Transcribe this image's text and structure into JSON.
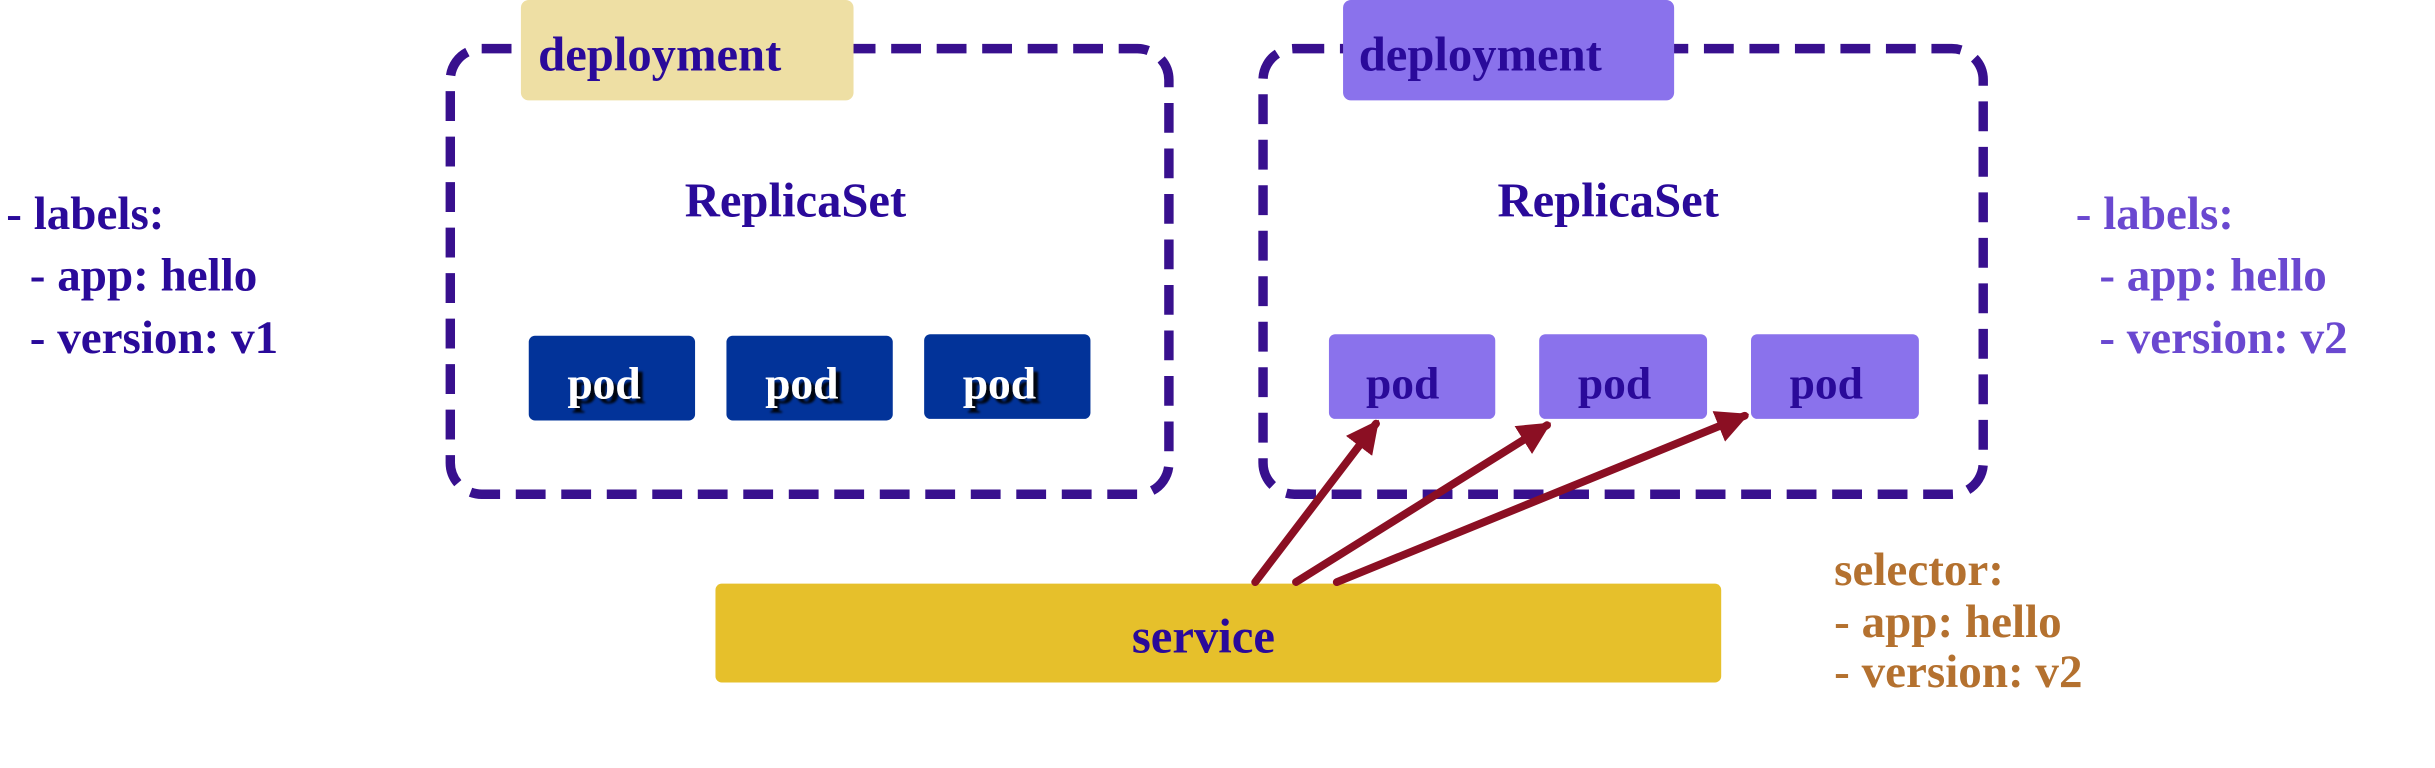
{
  "colors": {
    "dark_text": "#2a0a9a",
    "light_text": "#6a48d0",
    "frame": "#38108e",
    "pod_v1": "#023399",
    "pod_v2": "#8a72ec",
    "tag_v1": "#eedfa4",
    "tag_v2": "#8a72ec",
    "service": "#e6c02b",
    "arrow": "#8b0f23",
    "selector": "#b4712f"
  },
  "left_labels": {
    "header": "- labels:",
    "app": "  - app: hello",
    "version": "  - version: v1"
  },
  "right_labels": {
    "header": "- labels:",
    "app": "  - app: hello",
    "version": "  - version: v2"
  },
  "deployment_v1": {
    "tag": "deployment",
    "replicaset": "ReplicaSet",
    "pods": [
      "pod",
      "pod",
      "pod"
    ]
  },
  "deployment_v2": {
    "tag": "deployment",
    "replicaset": "ReplicaSet",
    "pods": [
      "pod",
      "pod",
      "pod"
    ]
  },
  "service": {
    "label": "service"
  },
  "selector": {
    "header": "selector:",
    "app": "- app: hello",
    "version": "- version: v2"
  }
}
